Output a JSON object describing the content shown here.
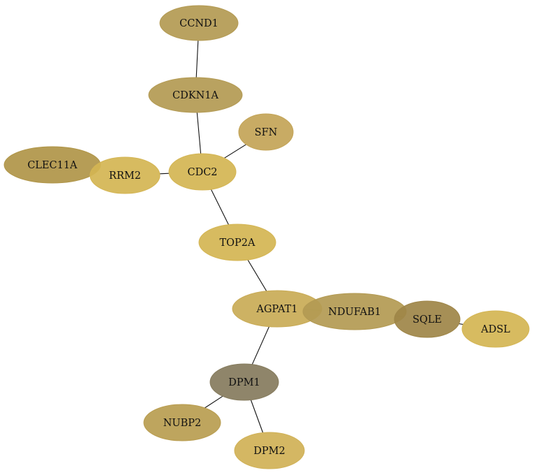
{
  "nodes": [
    {
      "id": "CCND1",
      "label": "CCND1",
      "color": "#b39a53"
    },
    {
      "id": "CDKN1A",
      "label": "CDKN1A",
      "color": "#b39a53"
    },
    {
      "id": "SFN",
      "label": "SFN",
      "color": "#c3a457"
    },
    {
      "id": "CLEC11A",
      "label": "CLEC11A",
      "color": "#b09548"
    },
    {
      "id": "RRM2",
      "label": "RRM2",
      "color": "#d4b553"
    },
    {
      "id": "CDC2",
      "label": "CDC2",
      "color": "#d4b553"
    },
    {
      "id": "TOP2A",
      "label": "TOP2A",
      "color": "#d4b553"
    },
    {
      "id": "AGPAT1",
      "label": "AGPAT1",
      "color": "#c9ab56"
    },
    {
      "id": "NDUFAB1",
      "label": "NDUFAB1",
      "color": "#b39a53"
    },
    {
      "id": "SQLE",
      "label": "SQLE",
      "color": "#9e8548"
    },
    {
      "id": "ADSL",
      "label": "ADSL",
      "color": "#d4b553"
    },
    {
      "id": "DPM1",
      "label": "DPM1",
      "color": "#857b5d"
    },
    {
      "id": "NUBP2",
      "label": "NUBP2",
      "color": "#b99d50"
    },
    {
      "id": "DPM2",
      "label": "DPM2",
      "color": "#d0b156"
    }
  ],
  "edges": [
    [
      "CCND1",
      "CDKN1A"
    ],
    [
      "CDKN1A",
      "CDC2"
    ],
    [
      "SFN",
      "CDC2"
    ],
    [
      "CLEC11A",
      "RRM2"
    ],
    [
      "RRM2",
      "CDC2"
    ],
    [
      "CDC2",
      "TOP2A"
    ],
    [
      "TOP2A",
      "AGPAT1"
    ],
    [
      "AGPAT1",
      "NDUFAB1"
    ],
    [
      "NDUFAB1",
      "SQLE"
    ],
    [
      "SQLE",
      "ADSL"
    ],
    [
      "AGPAT1",
      "DPM1"
    ],
    [
      "DPM1",
      "NUBP2"
    ],
    [
      "DPM1",
      "DPM2"
    ]
  ]
}
